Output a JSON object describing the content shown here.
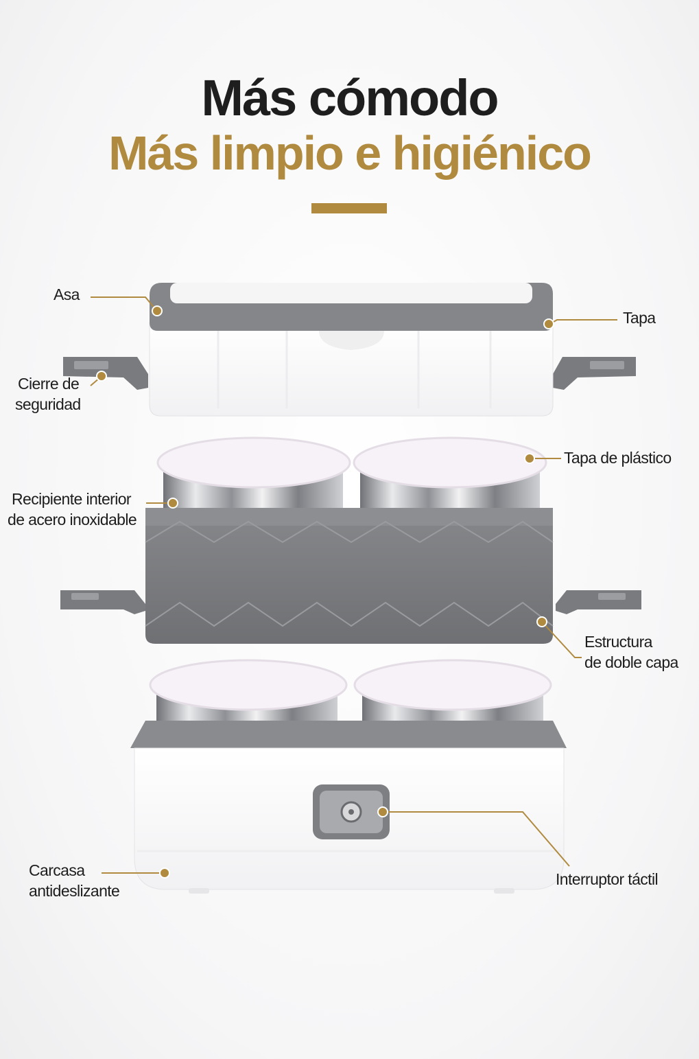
{
  "header": {
    "title_line1": "Más cómodo",
    "title_line2": "Más limpio e higiénico"
  },
  "labels": {
    "asa": "Asa",
    "tapa": "Tapa",
    "cierre_line1": "Cierre de",
    "cierre_line2": "seguridad",
    "tapa_plastico": "Tapa de plástico",
    "recipiente_line1": "Recipiente interior",
    "recipiente_line2": "de acero inoxidable",
    "estructura_line1": "Estructura",
    "estructura_line2": "de doble capa",
    "carcasa_line1": "Carcasa",
    "carcasa_line2": "antideslizante",
    "interruptor": "Interruptor táctil"
  },
  "colors": {
    "accent_gold": "#b08a3e",
    "title_dark": "#1e1e1e",
    "body_gray": "#7c7d80",
    "shell_white": "#fdfdfd"
  },
  "icons": {
    "callout_dot": "gold-dot-icon",
    "power_button": "power-button-icon"
  }
}
